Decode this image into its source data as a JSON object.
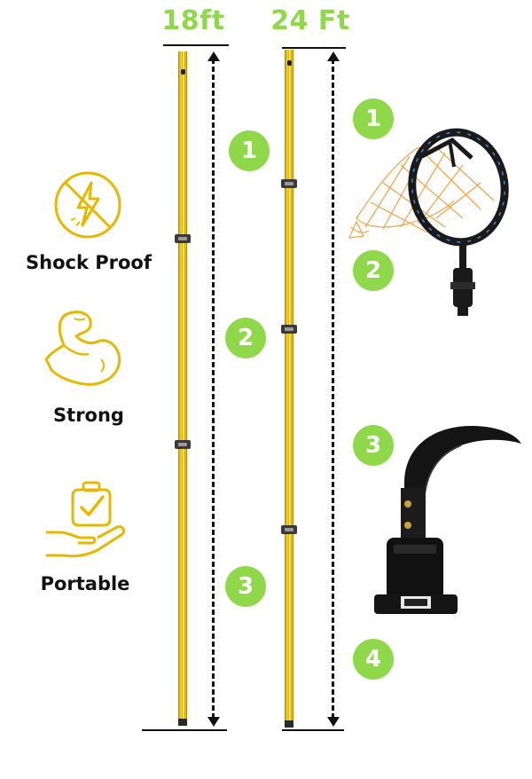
{
  "heights": {
    "short": "18ft",
    "long": "24 Ft"
  },
  "features": [
    {
      "label": "Shock Proof",
      "icon": "no-shock-icon"
    },
    {
      "label": "Strong",
      "icon": "flexed-arm-icon"
    },
    {
      "label": "Portable",
      "icon": "hand-holding-case-icon"
    }
  ],
  "short_pole_sections": [
    "1",
    "2",
    "3"
  ],
  "long_pole_sections": [
    "1",
    "2",
    "3",
    "4"
  ],
  "colors": {
    "accent_green": "#8ed84a",
    "icon_gold": "#e6b800",
    "pole_yellow": "#f6d32a"
  }
}
